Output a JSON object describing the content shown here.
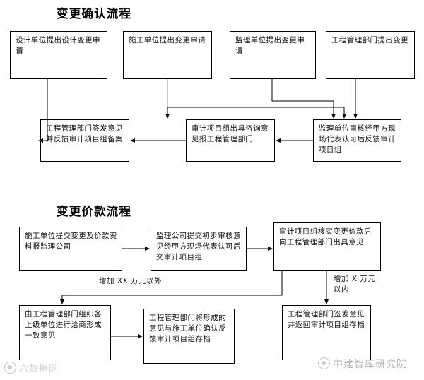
{
  "sections": [
    {
      "title": "变更确认流程",
      "nodes": [
        {
          "id": "s1n1",
          "label": "设计单位提出设计变更申请"
        },
        {
          "id": "s1n2",
          "label": "施工单位提出变更申请"
        },
        {
          "id": "s1n3",
          "label": "监理单位提出变更申请"
        },
        {
          "id": "s1n4",
          "label": "工程管理部门提出变更"
        },
        {
          "id": "s1n5",
          "label": "工程管理部门签发意见并反馈审计项目组备案"
        },
        {
          "id": "s1n6",
          "label": "审计项目组出具咨询意见报工程管理部门"
        },
        {
          "id": "s1n7",
          "label": "监理单位审核经甲方现场代表认可后反馈审计项目组"
        }
      ]
    },
    {
      "title": "变更价款流程",
      "nodes": [
        {
          "id": "s2n1",
          "label": "施工单位提交变更及价款资料报监理公司"
        },
        {
          "id": "s2n2",
          "label": "监理公司提交初步审核意见经甲方现场代表认可后交审计项目组"
        },
        {
          "id": "s2n3",
          "label": "审计项目组核实变更价款后向工程管理部门出具意见"
        },
        {
          "id": "s2n4",
          "label": "由工程管理部门组织各上级单位进行洽商形成一致意见"
        },
        {
          "id": "s2n5",
          "label": "工程管理部门将形成的意见与施工单位确认反馈审计项目组存档"
        },
        {
          "id": "s2n6",
          "label": "工程管理部门签发意见并返回审计项目组存档"
        }
      ],
      "edge_labels": [
        {
          "id": "el1",
          "text": "增加 XX 万元以外"
        },
        {
          "id": "el2",
          "text": "增加 X 万元\n以内"
        }
      ]
    }
  ],
  "watermarks": {
    "right": "中建智库研究院",
    "left": "六数据网"
  },
  "colors": {
    "stroke": "#000000",
    "background": "#ffffff",
    "text": "#111111"
  }
}
